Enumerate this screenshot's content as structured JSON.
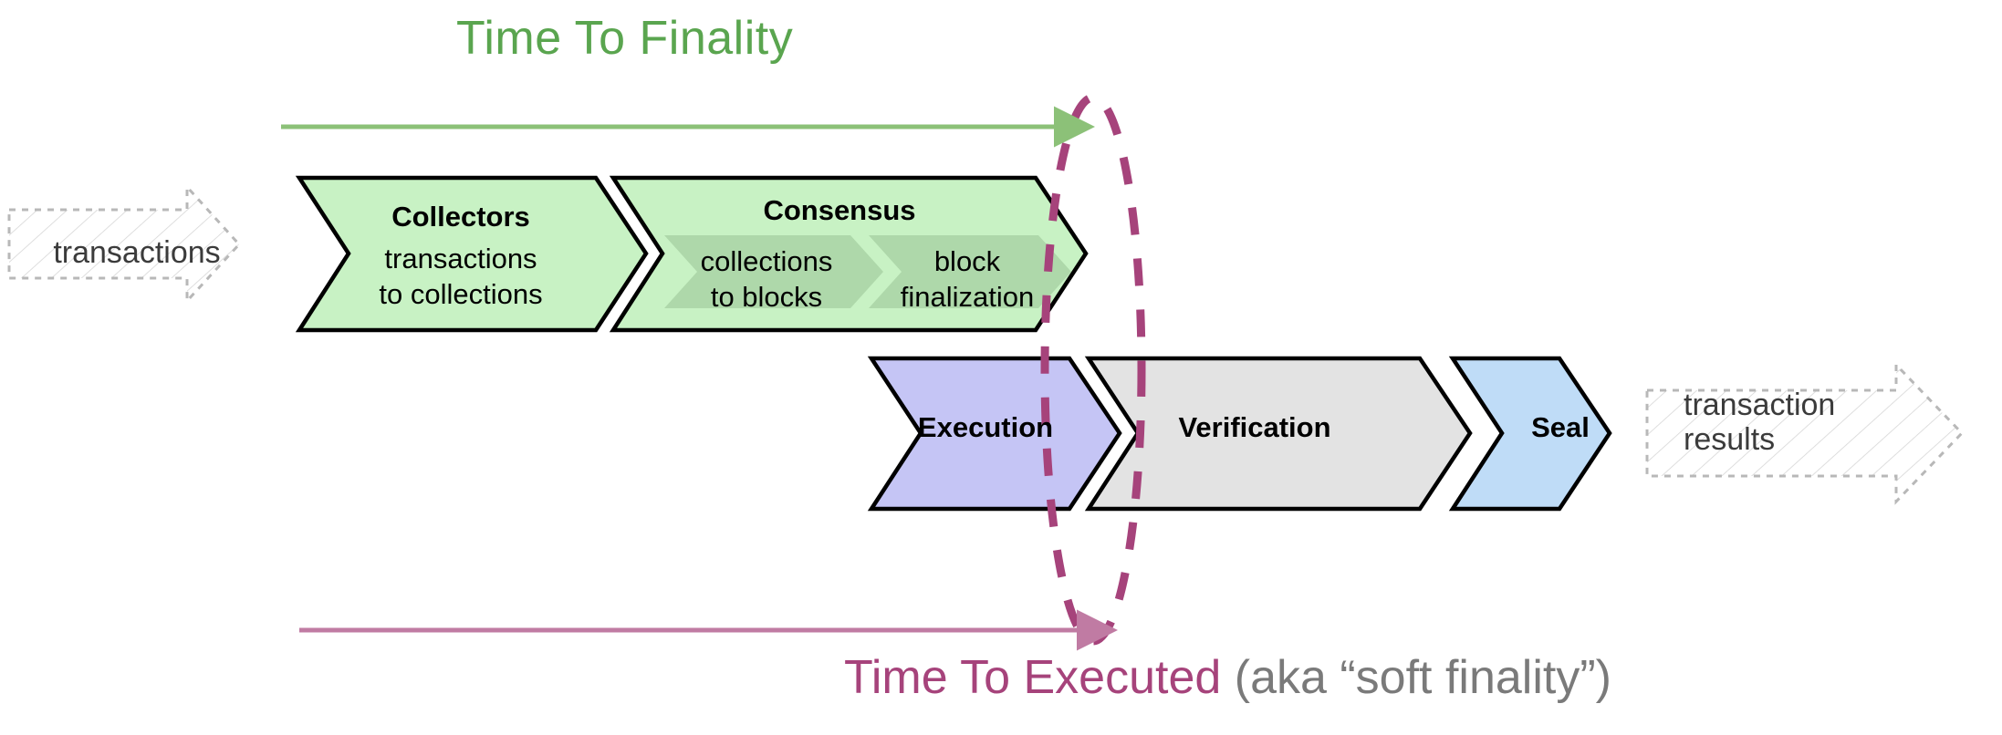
{
  "diagram": {
    "title_top": "Time To Finality",
    "bottom_label_accent": "Time To Executed",
    "bottom_label_muted": " (aka “soft finality”)",
    "input_ghost": "transactions",
    "output_ghost_line1": "transaction",
    "output_ghost_line2": "results",
    "stages_top": [
      {
        "id": "collectors",
        "title": "Collectors",
        "sub_line1": "transactions",
        "sub_line2": "to collections",
        "fill": "#c8f2c4"
      },
      {
        "id": "consensus",
        "title": "Consensus",
        "fill": "#c8f2c4",
        "substages": [
          {
            "id": "collections-to-blocks",
            "line1": "collections",
            "line2": "to blocks",
            "fill": "#aed8aa"
          },
          {
            "id": "block-finalization",
            "line1": "block",
            "line2": "finalization",
            "fill": "#aed8aa"
          }
        ]
      }
    ],
    "stages_bottom": [
      {
        "id": "execution",
        "title": "Execution",
        "fill": "#c5c5f5"
      },
      {
        "id": "verification",
        "title": "Verification",
        "fill": "#e3e3e3"
      },
      {
        "id": "seal",
        "title": "Seal",
        "fill": "#bfdcf7"
      }
    ],
    "colors": {
      "green_accent": "#5aa54f",
      "green_arrow": "#8cc178",
      "magenta_accent": "#a6437b",
      "magenta_arrow": "#c07ba3",
      "ellipse_dashed": "#a6437b",
      "ghost_outline": "#b8b8b8",
      "stroke": "#000000",
      "muted_text": "#7a7a7a"
    },
    "annotations": {
      "top_arrow_name": "time-to-finality-arrow",
      "bottom_arrow_name": "time-to-executed-arrow",
      "ellipse_name": "finality-boundary-ellipse"
    }
  }
}
